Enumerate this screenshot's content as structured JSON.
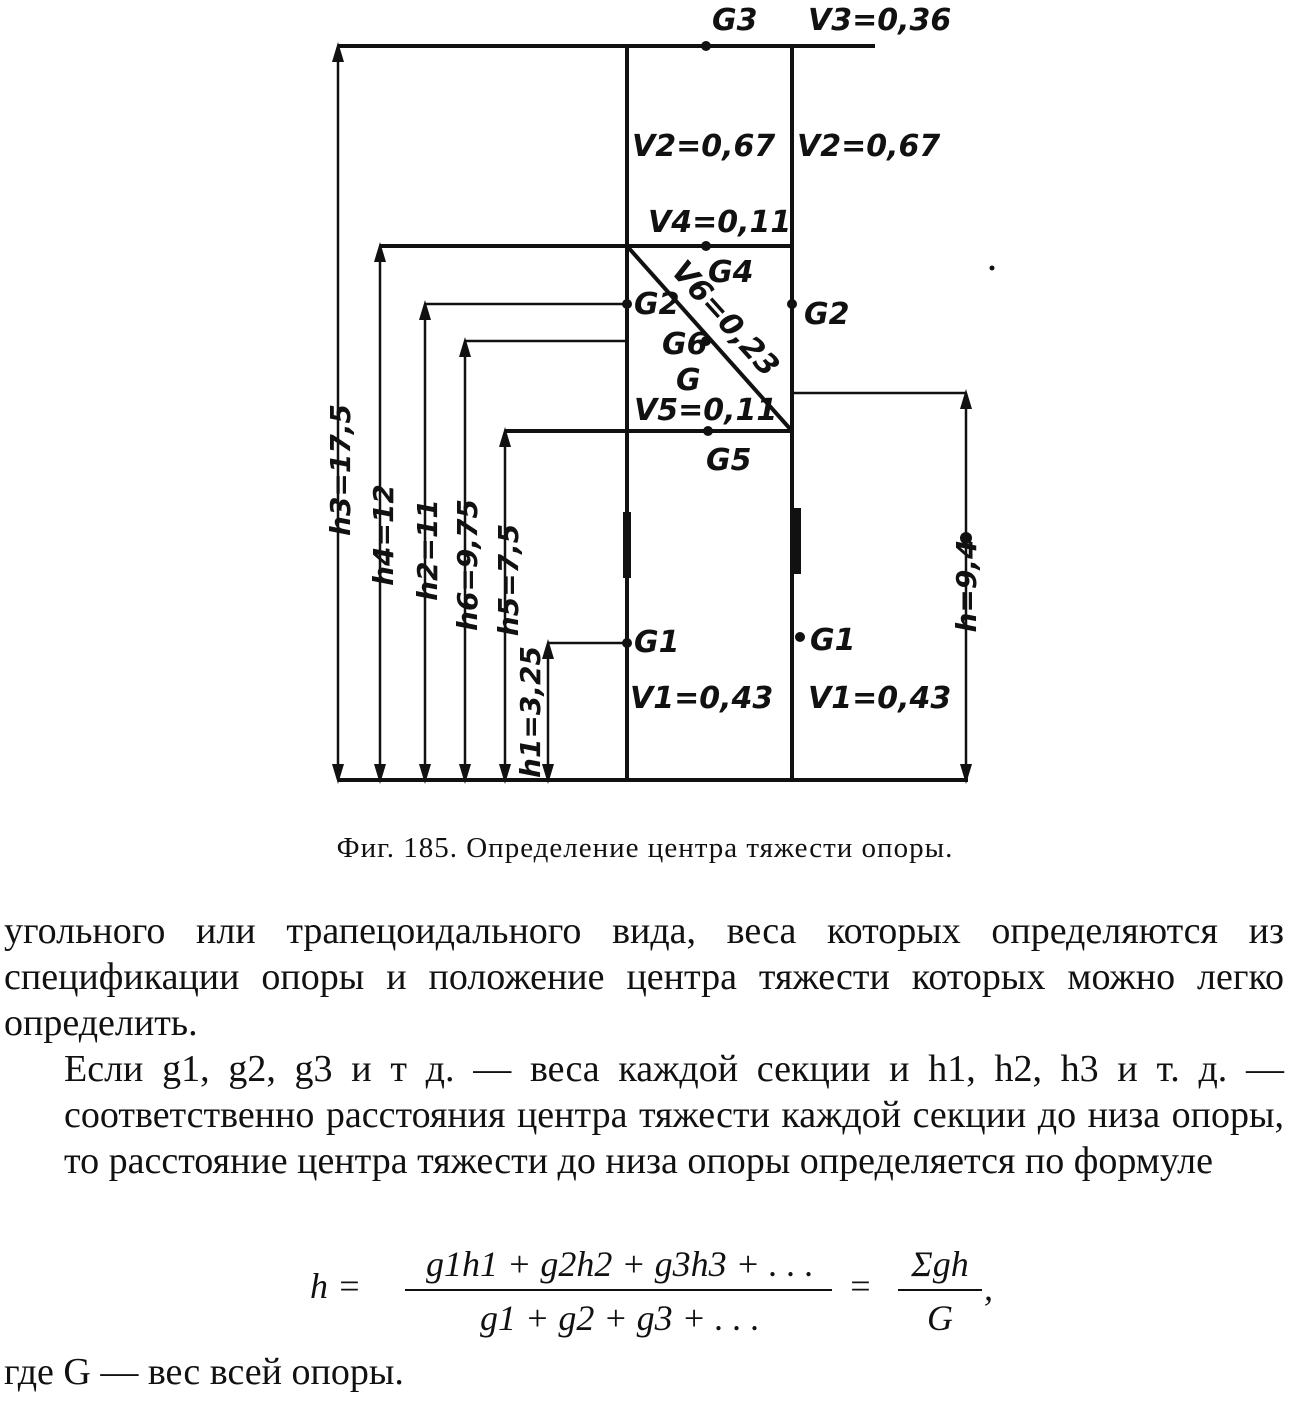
{
  "figure": {
    "labels": {
      "G3": "G3",
      "V3": "V3=0,36",
      "V2_left": "V2=0,67",
      "V2_right": "V2=0,67",
      "V4": "V4=0,11",
      "G4": "G4",
      "V6": "V6=0,23",
      "G2_left": "G2",
      "G2_right": "G2",
      "G6": "G6",
      "G": "G",
      "V5": "V5=0,11",
      "G5": "G5",
      "G1_left": "G1",
      "G1_right": "G1",
      "V1_left": "V1=0,43",
      "V1_right": "V1=0,43",
      "h3": "h3=17,5",
      "h4": "h4=12",
      "h2": "h2=11",
      "h6": "h6=9,75",
      "h5": "h5=7,5",
      "h1": "h1=3,25",
      "h": "h=9,4"
    }
  },
  "caption": "Фиг. 185. Определение центра тяжести опоры.",
  "text": {
    "para1": "угольного или трапецоидального вида, веса которых определяются из спецификации опоры и положение центра тяжести которых можно легко определить.",
    "para2": "Если g1, g2, g3 и т д. — веса каждой секции и h1, h2, h3 и т. д. — соответственно расстояния центра тяжести каждой секции до низа опоры, то расстояние центра тяжести до низа опоры определяется по формуле",
    "final": "где G — вес всей опоры."
  },
  "formula": {
    "lhs": "h =",
    "numerator": "g1h1 + g2h2 + g3h3 + . . .",
    "denominator": "g1 + g2 + g3 + . . .",
    "eq": "=",
    "rhs_num": "Σgh",
    "rhs_den": "G",
    "comma": ","
  }
}
